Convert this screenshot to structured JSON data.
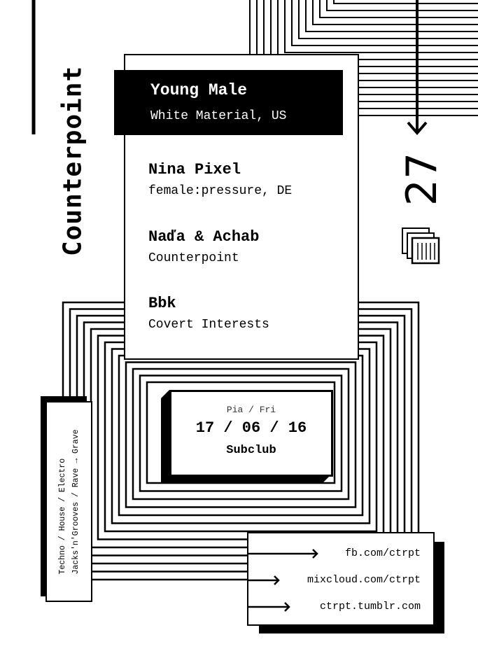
{
  "poster": {
    "title": "Counterpoint",
    "number": "27",
    "headliner": {
      "name": "Young Male",
      "label": "White Material, US"
    },
    "artists": [
      {
        "name": "Nina Pixel",
        "label": "female:pressure, DE"
      },
      {
        "name": "Naďa & Achab",
        "label": "Counterpoint"
      },
      {
        "name": "Bbk",
        "label": "Covert Interests"
      }
    ],
    "event": {
      "day": "Pia / Fri",
      "date": "17 / 06 / 16",
      "venue": "Subclub"
    },
    "genres": [
      "Techno / House / Electro",
      "Jacks'n'Grooves / Rave → Grave"
    ],
    "links": [
      "fb.com/ctrpt",
      "mixcloud.com/ctrpt",
      "ctrpt.tumblr.com"
    ],
    "icons": [
      "arrow-down-icon",
      "stacked-pages-icon",
      "arrow-right-icon"
    ]
  }
}
